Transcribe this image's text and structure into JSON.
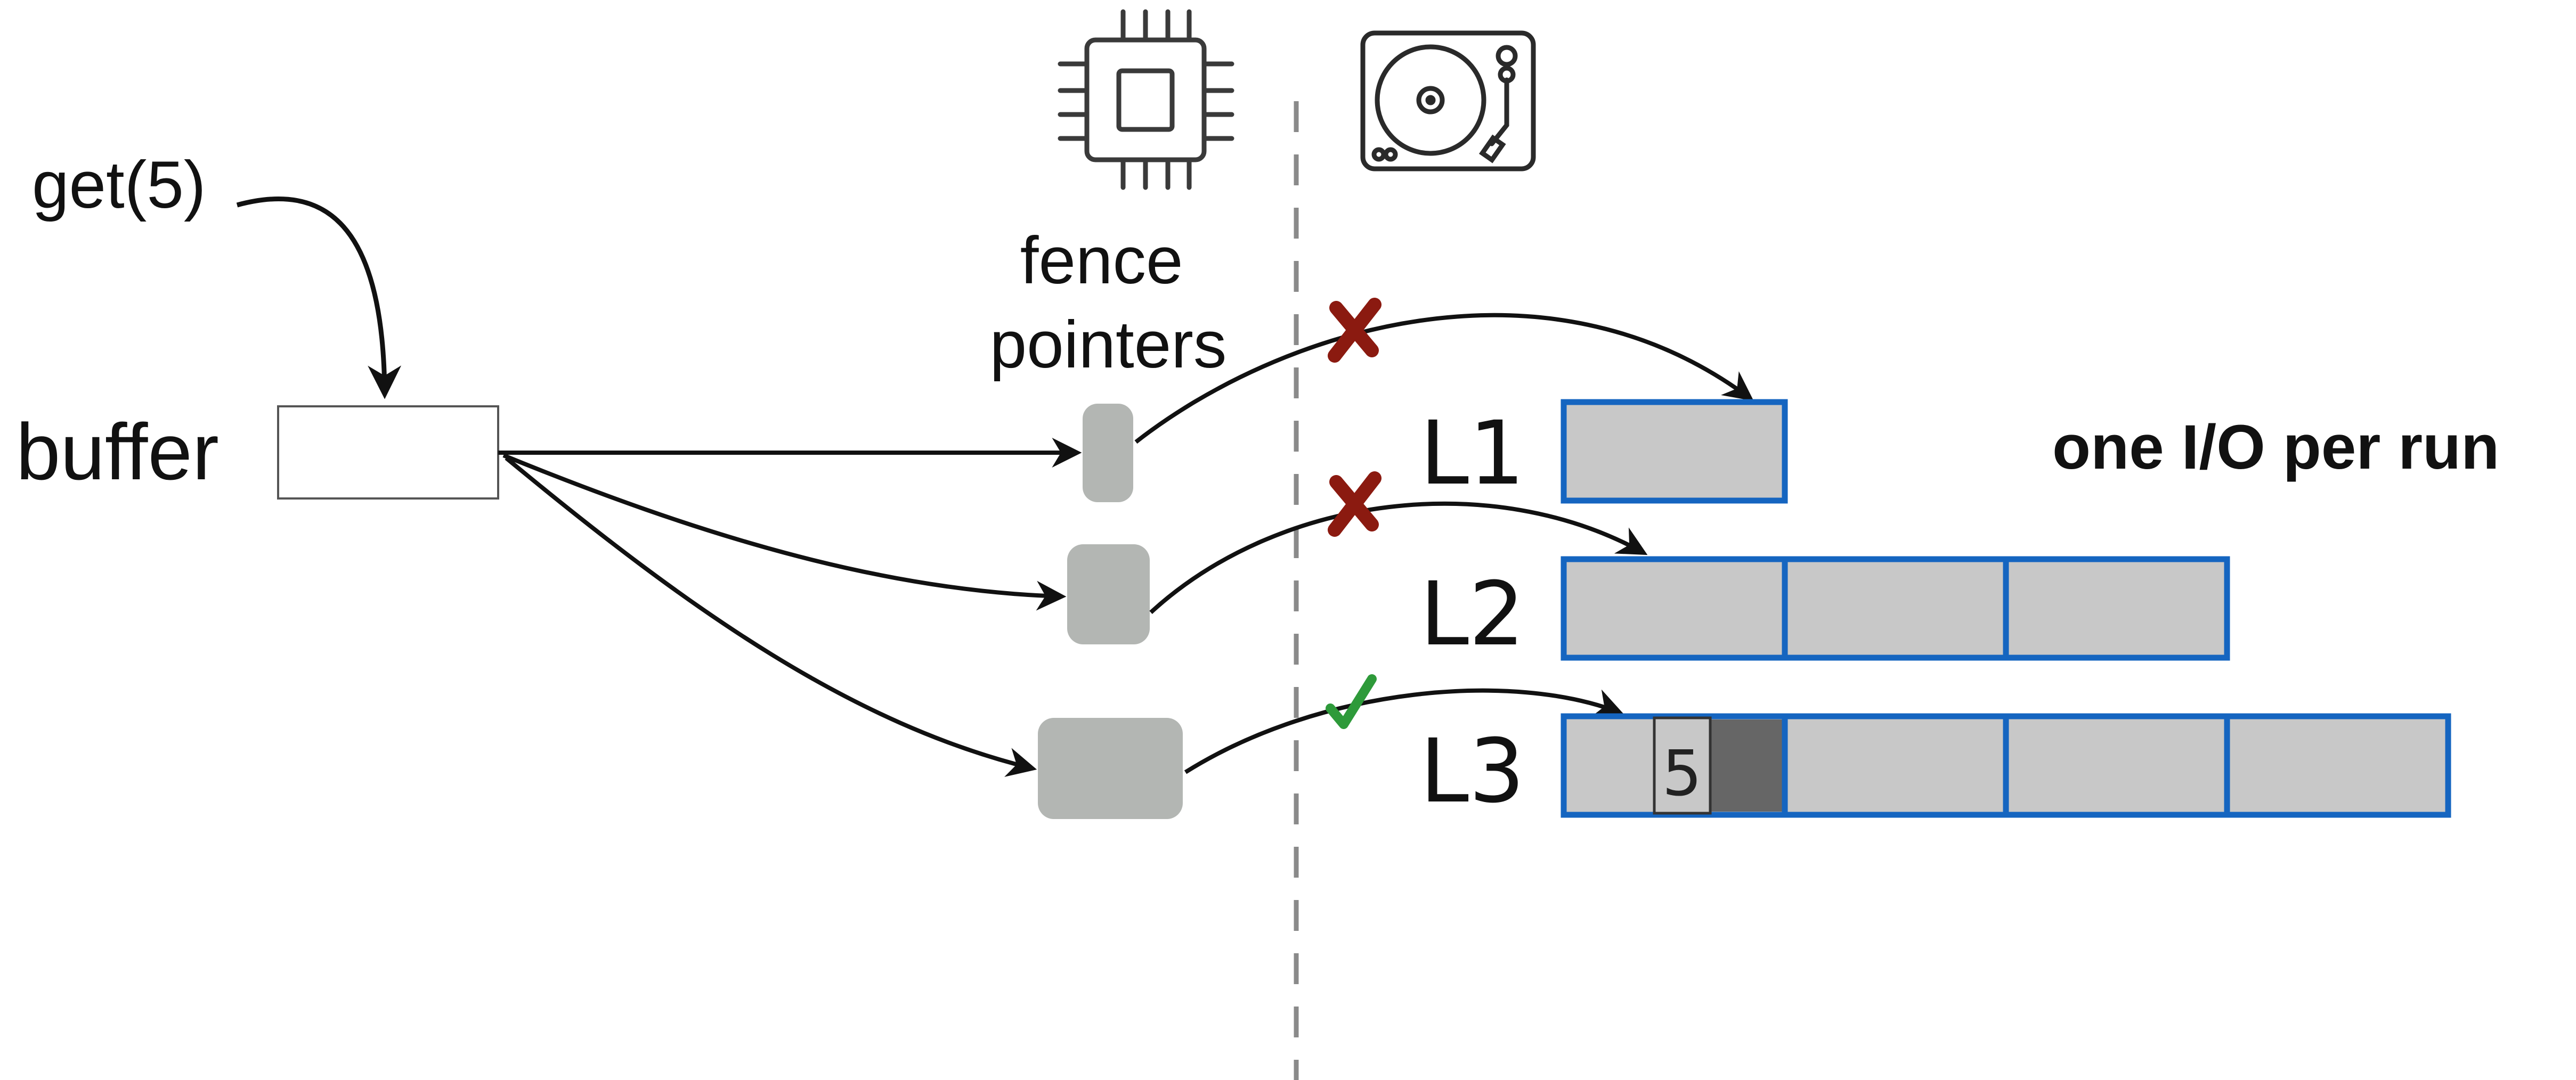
{
  "query": {
    "label": "get(5)"
  },
  "buffer": {
    "label": "buffer"
  },
  "fence": {
    "line1": "fence",
    "line2": "pointers"
  },
  "levels": [
    {
      "label": "L1",
      "blocks": 1,
      "status": "miss"
    },
    {
      "label": "L2",
      "blocks": 3,
      "status": "miss"
    },
    {
      "label": "L3",
      "blocks": 4,
      "status": "hit",
      "found_key": "5"
    }
  ],
  "note": "one I/O per run",
  "icons": {
    "memory": "cpu-chip-icon",
    "storage": "disk-drive-icon"
  },
  "colors": {
    "block_fill": "#c8c8c8",
    "block_border": "#1565c0",
    "fence_fill": "#b3b6b3",
    "miss": "#8b1a10",
    "hit": "#2e9a3a",
    "found_block": "#666666"
  }
}
